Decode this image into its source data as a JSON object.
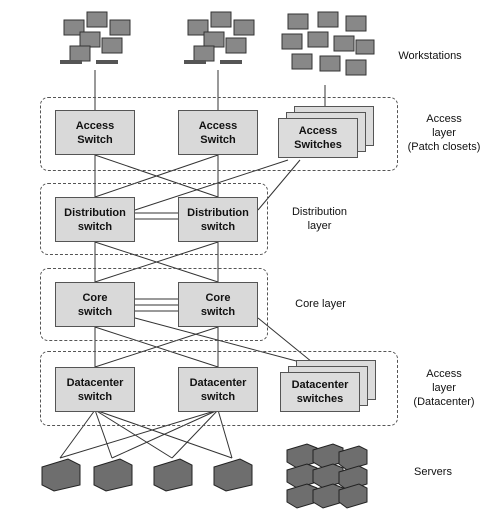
{
  "labels": {
    "workstations": "Workstations",
    "access_layer_patch": "Access\nlayer\n(Patch closets)",
    "distribution_layer": "Distribution\nlayer",
    "core_layer": "Core layer",
    "access_layer_dc": "Access\nlayer\n(Datacenter)",
    "servers": "Servers"
  },
  "nodes": {
    "access_switch": "Access\nSwitch",
    "access_switches": "Access\nSwitches",
    "distribution_switch": "Distribution\nswitch",
    "core_switch": "Core\nswitch",
    "datacenter_switch": "Datacenter\nswitch",
    "datacenter_switches": "Datacenter\nswitches"
  },
  "colors": {
    "box_fill": "#d9d9d9",
    "line": "#333333",
    "zone_border": "#555555"
  }
}
